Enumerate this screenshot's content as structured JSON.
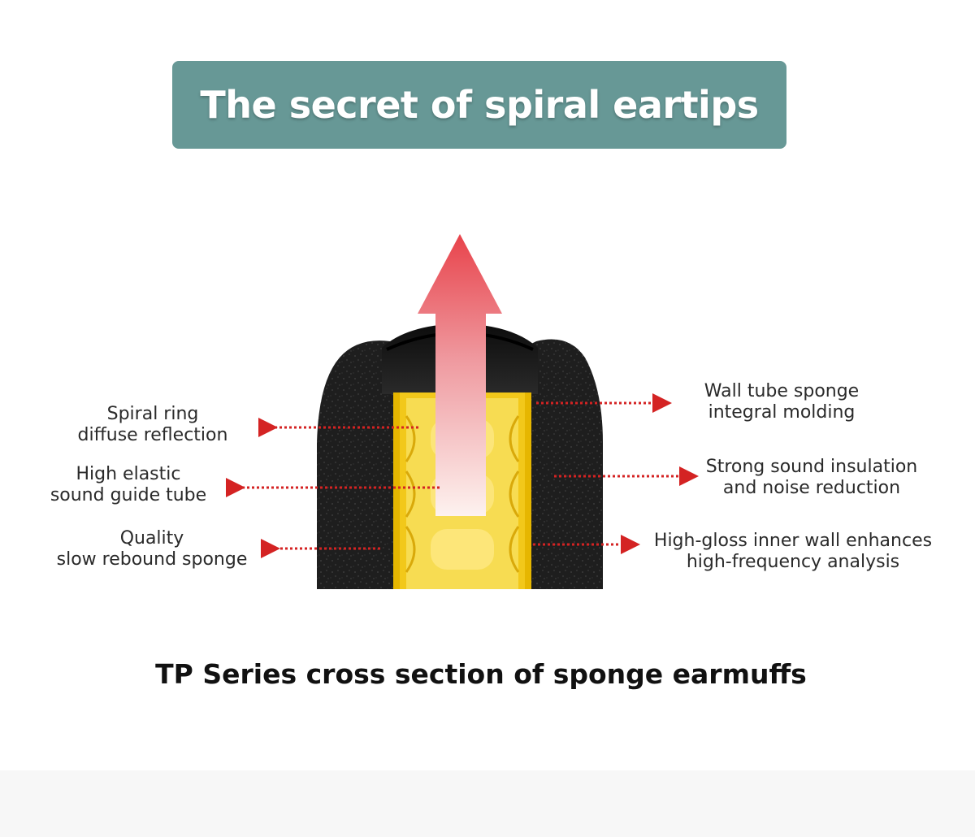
{
  "title": "The secret of spiral eartips",
  "caption": "TP Series cross section of sponge earmuffs",
  "colors": {
    "banner": "#679896",
    "sponge": "#1c1c1c",
    "tube": "#f2c81a",
    "arrow": "#e03131",
    "pointer": "#d42323"
  },
  "labels": {
    "left": [
      {
        "line1": "Spiral ring",
        "line2": "diffuse reflection"
      },
      {
        "line1": "High elastic",
        "line2": "sound guide tube"
      },
      {
        "line1": "Quality",
        "line2": "slow rebound sponge"
      }
    ],
    "right": [
      {
        "line1": "Wall tube sponge",
        "line2": "integral molding"
      },
      {
        "line1": "Strong sound insulation",
        "line2": "and noise reduction"
      },
      {
        "line1": "High-gloss inner wall enhances",
        "line2": "high-frequency analysis"
      }
    ]
  }
}
